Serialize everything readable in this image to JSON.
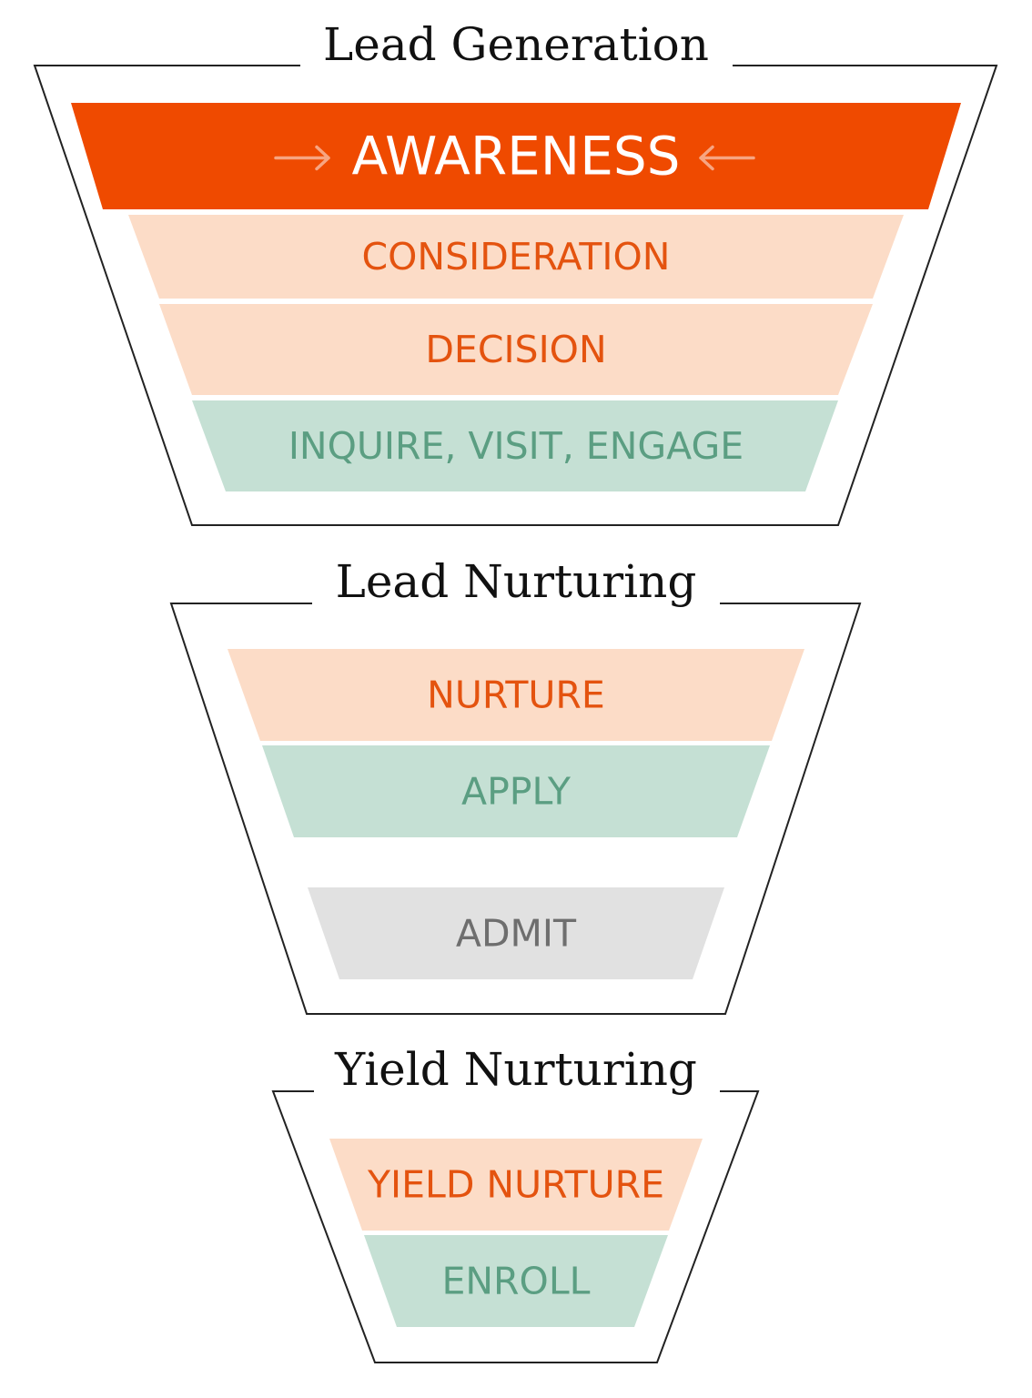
{
  "colors": {
    "awareness_fill": "#ef4a00",
    "awareness_text": "#ffffff",
    "awareness_arrow": "#f7a582",
    "peach_fill": "#fcdcc7",
    "peach_text": "#e4530f",
    "green_fill": "#c5e0d4",
    "green_text": "#5b9e82",
    "gray_fill": "#e1e1e1",
    "gray_text": "#6e6e6e",
    "outline": "#222222"
  },
  "sections": [
    {
      "title": "Lead Generation",
      "stages": [
        {
          "label": "AWARENESS",
          "style": "awareness",
          "arrows": true
        },
        {
          "label": "CONSIDERATION",
          "style": "peach"
        },
        {
          "label": "DECISION",
          "style": "peach"
        },
        {
          "label": "INQUIRE, VISIT, ENGAGE",
          "style": "green"
        }
      ]
    },
    {
      "title": "Lead Nurturing",
      "stages": [
        {
          "label": "NURTURE",
          "style": "peach"
        },
        {
          "label": "APPLY",
          "style": "green"
        },
        {
          "label": "ADMIT",
          "style": "gray"
        }
      ]
    },
    {
      "title": "Yield Nurturing",
      "stages": [
        {
          "label": "YIELD NURTURE",
          "style": "peach"
        },
        {
          "label": "ENROLL",
          "style": "green"
        }
      ]
    }
  ]
}
